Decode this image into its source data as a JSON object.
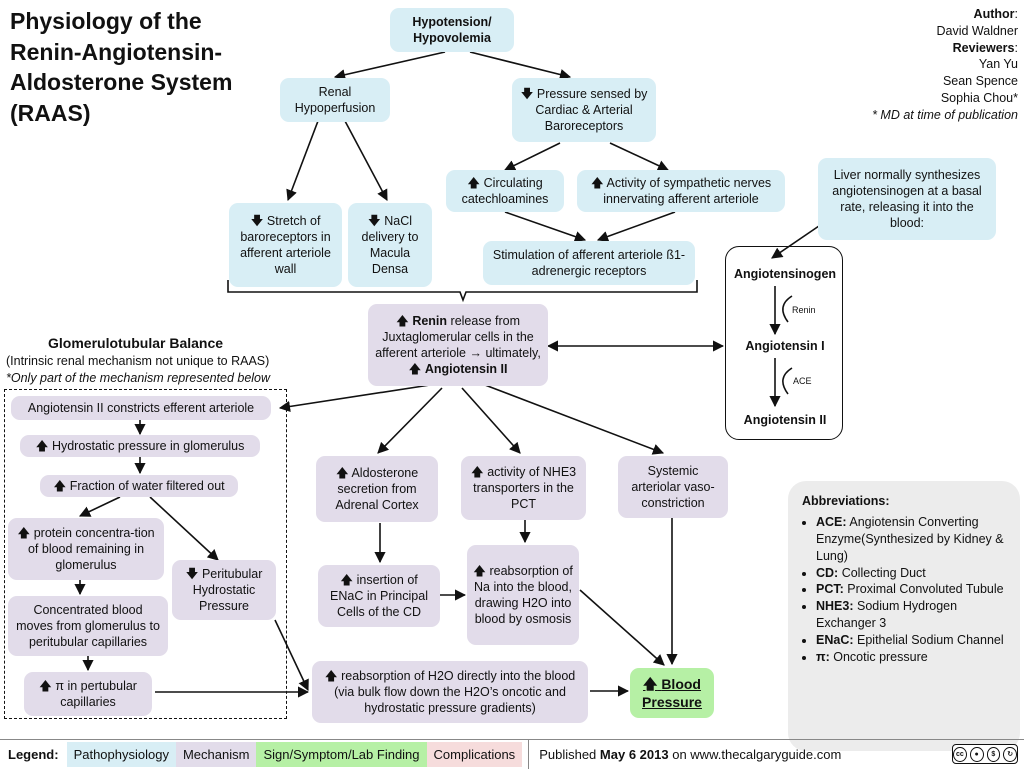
{
  "title": [
    "Physiology of the",
    "Renin-Angiotensin-",
    "Aldosterone System",
    "(RAAS)"
  ],
  "author": {
    "author_label": "Author",
    "author_name": "David Waldner",
    "reviewers_label": "Reviewers",
    "reviewers": [
      "Yan Yu",
      "Sean Spence",
      "Sophia Chou*"
    ],
    "note": "* MD at time of publication"
  },
  "nodes": {
    "hypotension": "Hypotension/ Hypovolemia",
    "renal_hypoperfusion": "Renal Hypoperfusion",
    "pressure_sensed": "Pressure sensed by Cardiac & Arterial Baroreceptors",
    "circulating_catecholamines": "Circulating catechloamines",
    "sympathetic_activity": "Activity of sympathetic nerves innervating afferent arteriole",
    "stretch_baroreceptors": "Stretch of baroreceptors in afferent arteriole wall",
    "nacl_delivery": "NaCl delivery to Macula Densa",
    "stimulation_b1": "Stimulation of afferent arteriole ß1-adrenergic receptors",
    "renin_release_pre": "Renin",
    "renin_release_mid": "release from Juxtaglomerular cells in the afferent arteriole → ultimately,",
    "renin_release_post": "Angiotensin II",
    "liver_text": "Liver normally synthesizes angiotensinogen at a basal rate, releasing it into the blood:",
    "angiotensinogen": "Angiotensinogen",
    "renin_enzyme": "Renin",
    "angiotensin_1": "Angiotensin I",
    "ace_enzyme": "ACE",
    "angiotensin_2": "Angiotensin II",
    "aldosterone": "Aldosterone secretion from Adrenal Cortex",
    "nhe3": "activity of NHE3 transporters in the PCT",
    "vasoconstriction": "Systemic arteriolar vaso-constriction",
    "enac": "insertion of ENaC in Principal Cells of the CD",
    "na_reabsorption": "reabsorption of Na into the blood, drawing H2O into blood by osmosis",
    "h2o_reabsorption": "reabsorption of H2O directly into the blood (via bulk flow down the H2O’s oncotic and hydrostatic pressure gradients)",
    "blood_pressure": "Blood Pressure"
  },
  "glomerulotubular": {
    "heading": "Glomerulotubular Balance",
    "subheading": "(Intrinsic renal mechanism not unique to RAAS)",
    "note": "*Only part of the mechanism represented below",
    "ang2_constricts": "Angiotensin II constricts efferent arteriole",
    "hydrostatic_pressure": "Hydrostatic pressure in glomerulus",
    "fraction_filtered": "Fraction of water filtered out",
    "protein_concentration": "protein concentra-tion of blood remaining in glomerulus",
    "peritubular_pressure": "Peritubular Hydrostatic Pressure",
    "concentrated_blood": "Concentrated blood moves from glomerulus to peritubular capillaries",
    "pi_peritubular": "π in pertubular capillaries"
  },
  "arrows": {
    "up": "🡅",
    "down": "🡇"
  },
  "abbreviations": {
    "heading": "Abbreviations:",
    "items": [
      {
        "term": "ACE:",
        "def": "Angiotensin Converting Enzyme(Synthesized by Kidney & Lung)"
      },
      {
        "term": "CD:",
        "def": "Collecting Duct"
      },
      {
        "term": "PCT:",
        "def": "Proximal Convoluted Tubule"
      },
      {
        "term": "NHE3:",
        "def": "Sodium Hydrogen Exchanger 3"
      },
      {
        "term": "ENaC:",
        "def": "Epithelial Sodium Channel"
      },
      {
        "term": "π:",
        "def": "Oncotic pressure"
      }
    ]
  },
  "legend": {
    "label": "Legend:",
    "items": [
      {
        "label": "Pathophysiology",
        "color": "#d8eef5"
      },
      {
        "label": "Mechanism",
        "color": "#e2dcea"
      },
      {
        "label": "Sign/Symptom/Lab Finding",
        "color": "#b6f0a5"
      },
      {
        "label": "Complications",
        "color": "#f6dcdc"
      }
    ]
  },
  "published": {
    "prefix": "Published",
    "date": "May 6 2013",
    "suffix": "on www.thecalgaryguide.com"
  },
  "license_badge": "cc"
}
